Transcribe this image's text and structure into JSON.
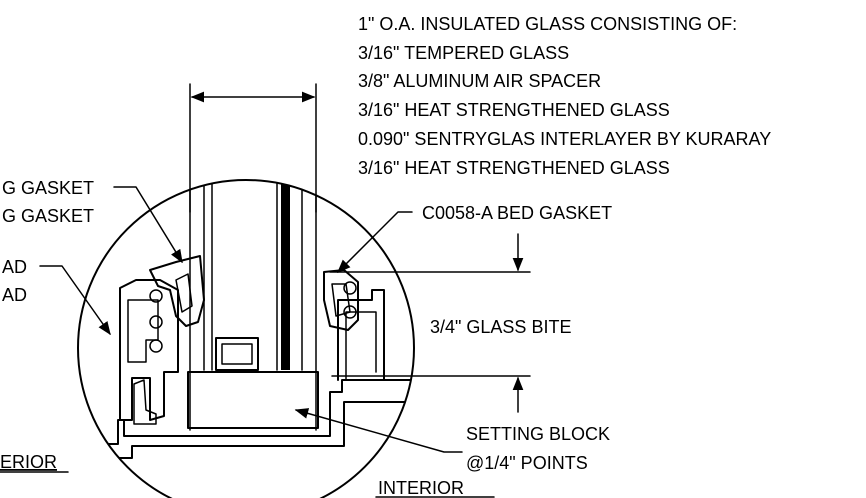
{
  "colors": {
    "background": "#ffffff",
    "ink": "#000000"
  },
  "spec_note": {
    "lines": [
      "1\" O.A. INSULATED GLASS CONSISTING OF:",
      "3/16\" TEMPERED GLASS",
      "3/8\" ALUMINUM AIR SPACER",
      "3/16\" HEAT STRENGTHENED GLASS",
      "0.090\" SENTRYGLAS INTERLAYER BY KURARAY",
      "3/16\" HEAT STRENGTHENED GLASS"
    ]
  },
  "callouts": {
    "gasket_top": "G GASKET",
    "gasket_bottom": "G GASKET",
    "bead_top": "AD",
    "bead_bottom": "AD",
    "bed_gasket": "C0058-A BED GASKET",
    "glass_bite": "3/4\" GLASS BITE",
    "setting_block_line1": "SETTING BLOCK",
    "setting_block_line2": "@1/4\" POINTS",
    "exterior_partial": "ERIOR",
    "interior": "INTERIOR"
  }
}
